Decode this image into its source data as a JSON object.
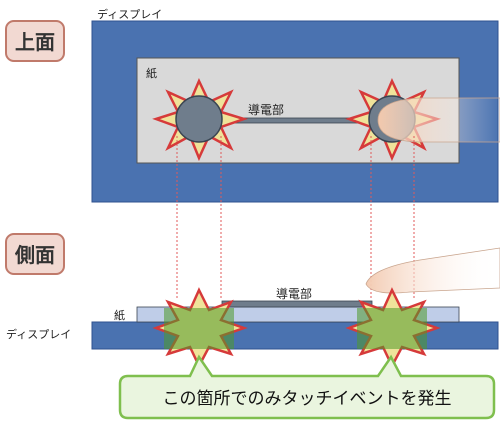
{
  "labels": {
    "top_view": "上面",
    "side_view": "側面",
    "display_top": "ディスプレイ",
    "paper_top": "紙",
    "conductive_top": "導電部",
    "conductive_side": "導電部",
    "paper_side": "紙",
    "display_side": "ディスプレイ",
    "callout": "この箇所でのみタッチイベントを発生"
  },
  "colors": {
    "display_blue": "#4a72b0",
    "display_border": "#2f528f",
    "paper_gray": "#d9d9d9",
    "paper_side_fill": "#bfcde8",
    "contact_gray": "#6f7d8c",
    "star_fill": "#efe39a",
    "star_stroke": "#d63a3a",
    "green": "#7fbf4e",
    "green_dark": "#4f9b2a",
    "callout_fill": "#eaf5df",
    "label_box": "#f2d9d2",
    "label_border": "#c07a6b",
    "finger_fill": "#f2cbb3"
  },
  "icons": [
    "touch-star",
    "finger"
  ]
}
